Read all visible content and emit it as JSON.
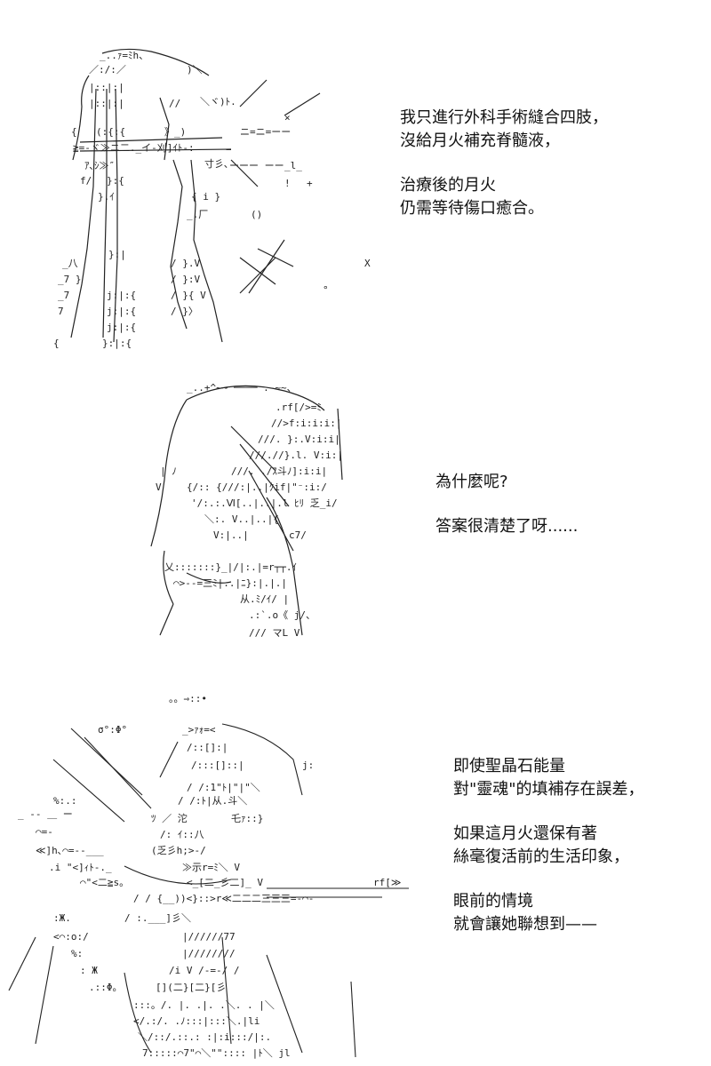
{
  "panels": [
    {
      "id": "panel-1",
      "art": "ascii-art-figure-with-sword-and-sparkles",
      "narration": [
        "我只進行外科手術縫合四肢，",
        "沒給月火補充脊髓液，",
        "",
        "治療後的月火",
        "仍需等待傷口癒合。"
      ]
    },
    {
      "id": "panel-2",
      "art": "ascii-art-girl-profile-closeup",
      "narration": [
        "為什麼呢?",
        "",
        "答案很清楚了呀......"
      ]
    },
    {
      "id": "panel-3",
      "art": "ascii-art-girl-with-magic-sparkles",
      "narration": [
        "即使聖晶石能量",
        "對\"靈魂\"的填補存在誤差，",
        "",
        "如果這月火還保有著",
        "絲毫復活前的生活印象，",
        "",
        "眼前的情境",
        "就會讓她聯想到——"
      ]
    }
  ]
}
